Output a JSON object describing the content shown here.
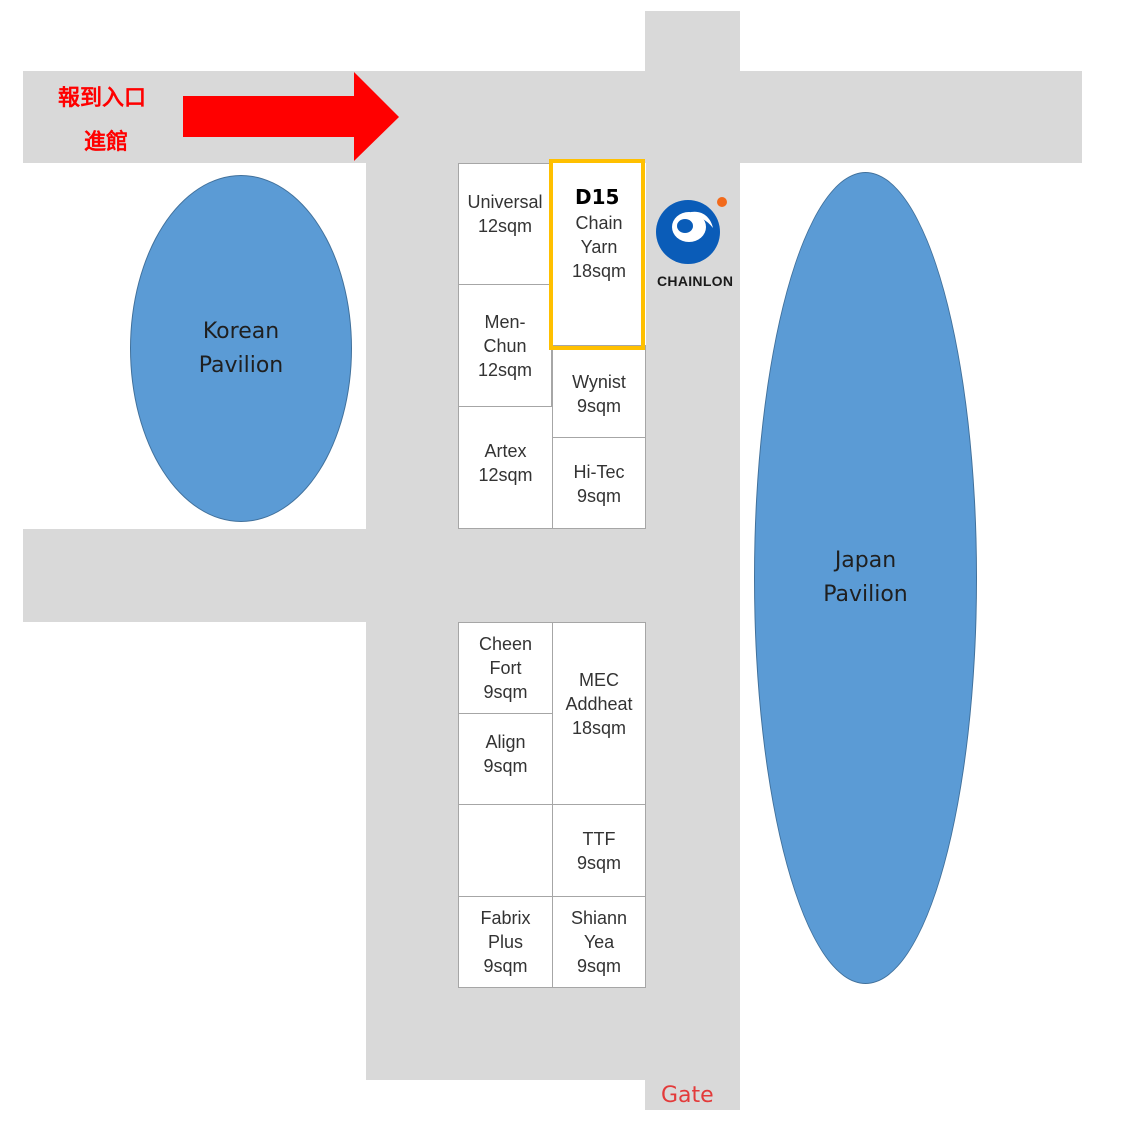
{
  "entrance": {
    "line1": "報到入口",
    "line2": "進館",
    "color": "#ff0000"
  },
  "gate": {
    "label": "Gate",
    "color": "#e33a3a"
  },
  "highlight": {
    "code": "D15",
    "border_color": "#ffc000"
  },
  "logo": {
    "name": "CHAINLON",
    "icon": "chainlon-logo-icon",
    "blue": "#0a5cb8",
    "orange": "#f26a1b"
  },
  "pavilions": {
    "korean": {
      "label": "Korean\nPavilion"
    },
    "japan": {
      "label": "Japan\nPavilion"
    },
    "fill": "#5b9bd5",
    "text_color": "#1f1f1f"
  },
  "aisle_color": "#d9d9d9",
  "booths": {
    "universal": "Universal\n12sqm",
    "chain_yarn": "Chain\nYarn\n18sqm",
    "men_chun": "Men-\nChun\n12sqm",
    "wynist": "Wynist\n9sqm",
    "artex": "Artex\n12sqm",
    "hi_tec": "Hi-Tec\n9sqm",
    "cheen_fort": "Cheen\nFort\n9sqm",
    "mec_addheat": "MEC\nAddheat\n18sqm",
    "align": "Align\n9sqm",
    "empty": "",
    "ttf": "TTF\n9sqm",
    "fabrix_plus": "Fabrix\nPlus\n9sqm",
    "shiann_yea": "Shiann\nYea\n9sqm"
  }
}
